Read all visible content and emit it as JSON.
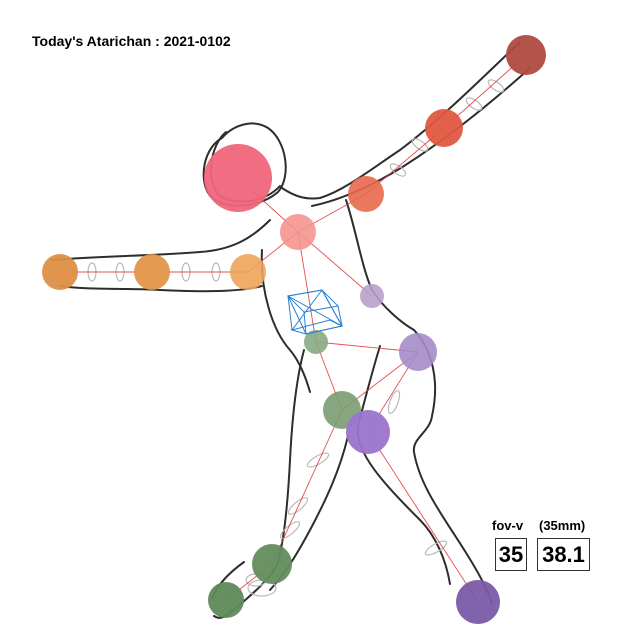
{
  "title": "Today's Atarichan : 2021-0102",
  "fov": {
    "label": "fov-v",
    "value": "35"
  },
  "focal": {
    "label": "(35mm)",
    "value": "38.1"
  },
  "colors": {
    "head": "#f0657a",
    "torso": "#f5948f",
    "right_arm": "#e0603f",
    "right_hand": "#b04a40",
    "left_arm": "#e89a55",
    "hip": "#b9a0cc",
    "left_leg": "#6f9468",
    "right_leg": "#9a78c6",
    "right_foot": "#7a5aa8",
    "camera_cube": "#2a7fd4",
    "bone_line": "#e03030"
  }
}
